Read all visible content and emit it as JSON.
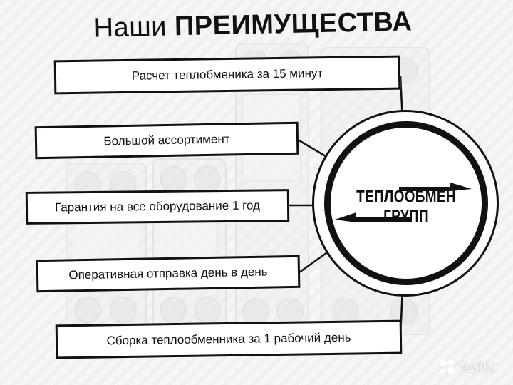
{
  "title": {
    "regular": "Наши",
    "bold": "ПРЕИМУЩЕСТВА"
  },
  "advantages": [
    "Расчет теплобменика за 15 минут",
    "Большой ассортимент",
    "Гарантия на все оборудование 1 год",
    "Оперативная отправка день в день",
    "Сборка теплообменника за 1 рабочий день"
  ],
  "logo": {
    "text": "ТЕПЛООБМЕН ГРУПП"
  },
  "watermark": {
    "text": "Avito"
  },
  "colors": {
    "ink": "#111111",
    "background": "#f4f4f4",
    "box": "#ffffff"
  }
}
